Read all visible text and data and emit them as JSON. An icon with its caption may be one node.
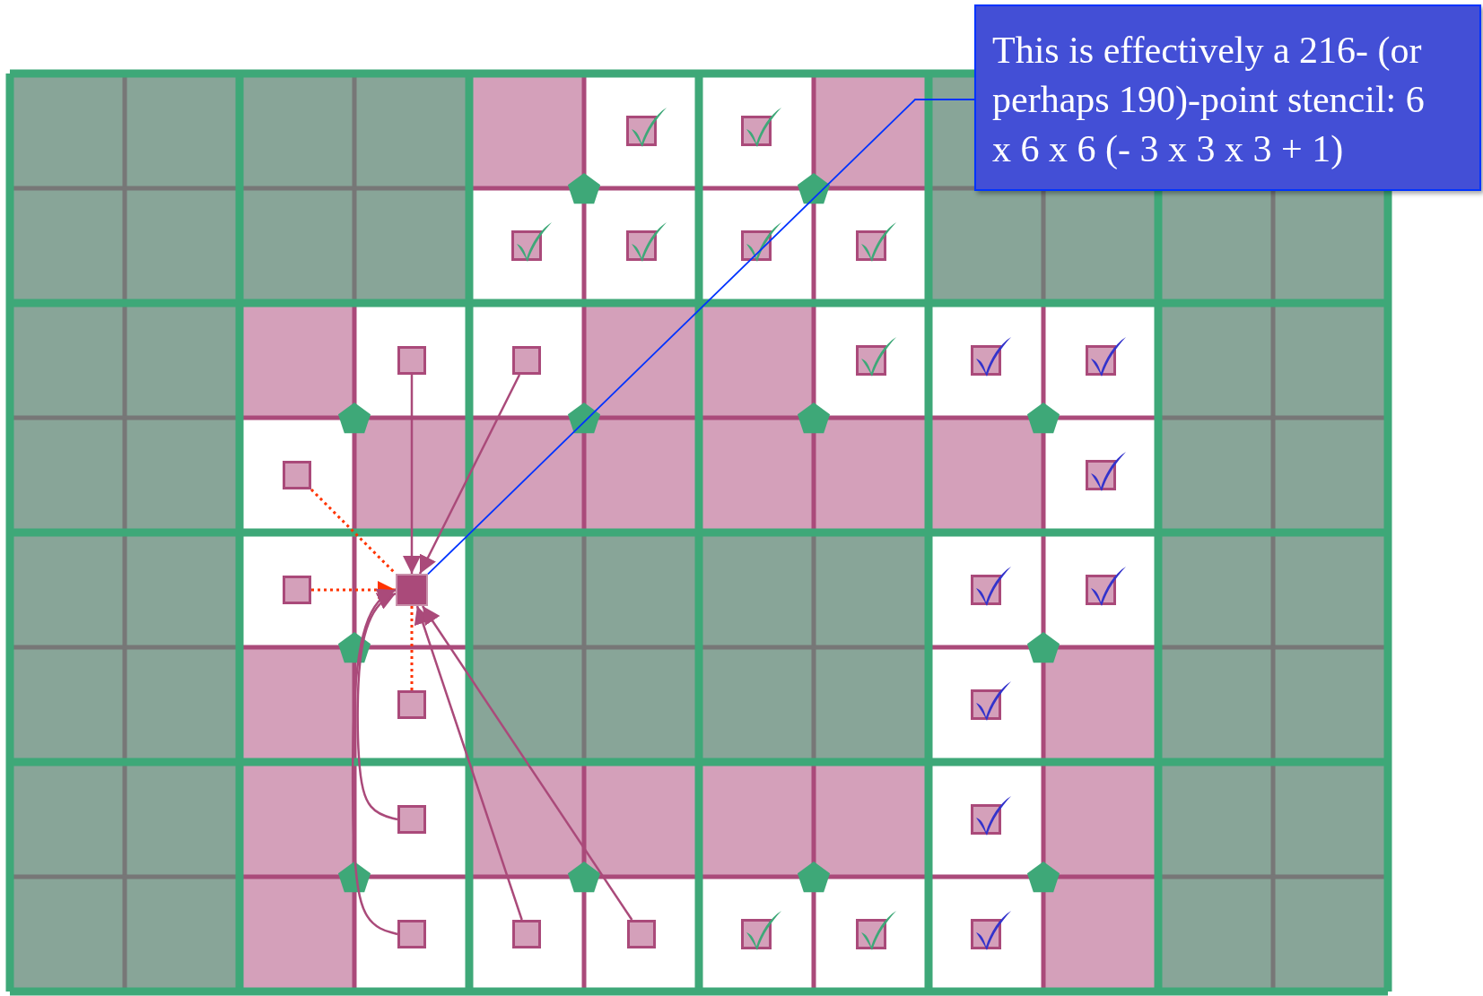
{
  "diagram": {
    "nodes": [
      {
        "text": [
          "This is effectively a 216- (or perhaps 190)-point stencil: 6 x 6 x 6 (- 3 x 3 x 3 + 1)"
        ]
      },
      {
        "text": [],
        "shape": "box"
      },
      {
        "text": [],
        "shape": "box"
      },
      {
        "text": [],
        "shape": "box"
      },
      {
        "text": [],
        "shape": "box"
      },
      {
        "text": [],
        "shape": "box"
      },
      {
        "text": [],
        "shape": "box"
      },
      {
        "text": [],
        "shape": "box"
      },
      {
        "text": [],
        "shape": "box"
      },
      {
        "text": [],
        "shape": "box"
      },
      {
        "text": [],
        "shape": "box"
      }
    ],
    "edges": [
      {
        "from": 0,
        "to": 1,
        "arrow": "none",
        "color": "#0033ff"
      },
      {
        "from": 2,
        "to": 1,
        "arrow": "to"
      },
      {
        "from": 3,
        "to": 1,
        "arrow": "to"
      },
      {
        "from": 4,
        "to": 1,
        "arrow": "none",
        "style": "dashed",
        "color": "#ff3300"
      },
      {
        "from": 5,
        "to": 1,
        "arrow": "to",
        "style": "dashed",
        "color": "#ff3300"
      },
      {
        "from": 6,
        "to": 1,
        "arrow": "none",
        "style": "dashed",
        "color": "#ff3300"
      },
      {
        "from": 7,
        "to": 1,
        "arrow": "to"
      },
      {
        "from": 8,
        "to": 1,
        "arrow": "to"
      },
      {
        "from": 9,
        "to": 1,
        "arrow": "to"
      },
      {
        "from": 10,
        "to": 1,
        "arrow": "to"
      }
    ]
  }
}
